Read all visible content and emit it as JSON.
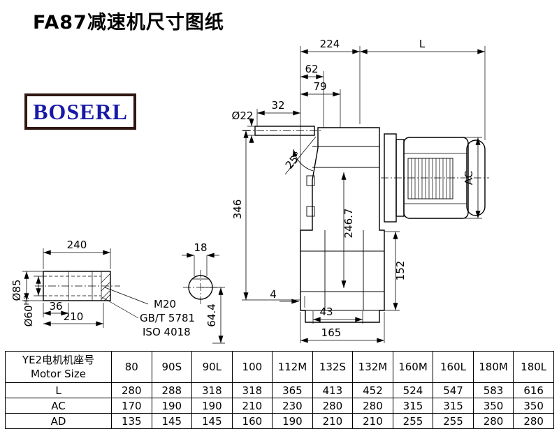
{
  "page": {
    "title": "FA87减速机尺寸图纸",
    "logo": "BOSERL"
  },
  "dims": {
    "top_224": "224",
    "top_L": "L",
    "top_62": "62",
    "top_79": "79",
    "top_32": "32",
    "shaft_dia": "Ø22",
    "angle_25": "25°",
    "height_346": "346",
    "inner_246": "246.7",
    "motor_ac": "AC",
    "right_152": "152",
    "bottom_4": "4",
    "bottom_43": "43",
    "bottom_165": "165",
    "key_18": "18",
    "key_64": "64.4",
    "shaft_240": "240",
    "shaft_36": "36",
    "shaft_210": "210",
    "shaft_d85": "Ø85",
    "shaft_d60": "Ø60",
    "shaft_d60_tol": "H7",
    "callout_m20": "M20",
    "callout_gb": "GB/T 5781",
    "callout_iso": "ISO 4018"
  },
  "table": {
    "header_col_line1": "YE2电机机座号",
    "header_col_line2": "Motor Size",
    "sizes": [
      "80",
      "90S",
      "90L",
      "100",
      "112M",
      "132S",
      "132M",
      "160M",
      "160L",
      "180M",
      "180L"
    ],
    "rows": [
      {
        "label": "L",
        "values": [
          "280",
          "288",
          "318",
          "318",
          "365",
          "413",
          "452",
          "524",
          "547",
          "583",
          "616"
        ]
      },
      {
        "label": "AC",
        "values": [
          "170",
          "190",
          "190",
          "210",
          "230",
          "280",
          "280",
          "315",
          "315",
          "350",
          "350"
        ]
      },
      {
        "label": "AD",
        "values": [
          "135",
          "145",
          "145",
          "160",
          "190",
          "210",
          "210",
          "255",
          "255",
          "280",
          "280"
        ]
      }
    ]
  }
}
